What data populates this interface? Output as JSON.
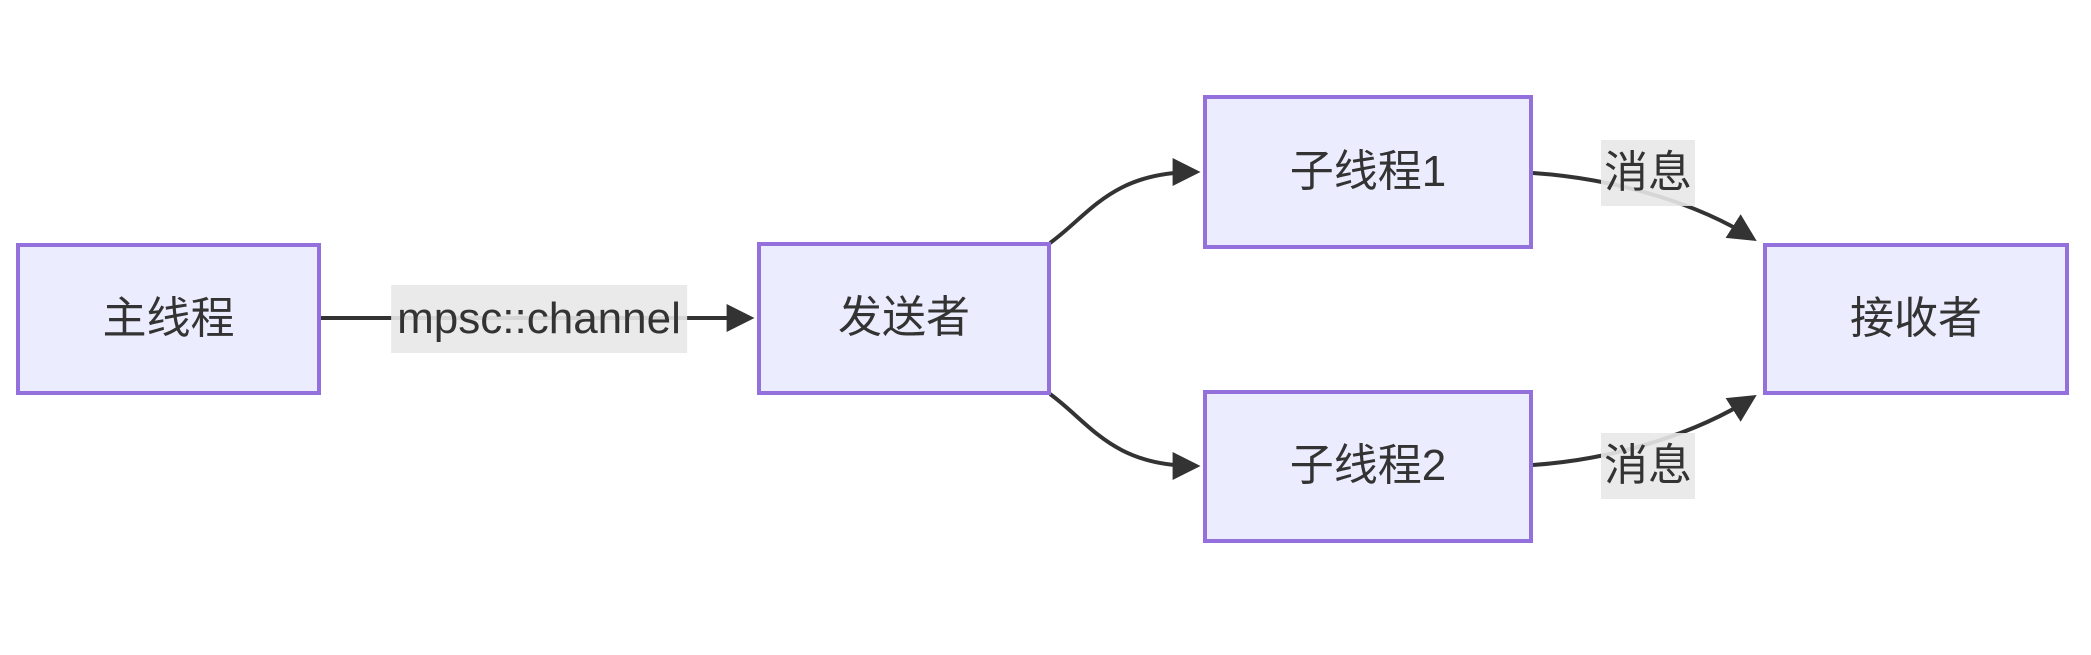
{
  "diagram": {
    "type": "flowchart-left-to-right",
    "nodes": {
      "main_thread": {
        "label": "主线程"
      },
      "sender": {
        "label": "发送者"
      },
      "thread1": {
        "label": "子线程1"
      },
      "thread2": {
        "label": "子线程2"
      },
      "receiver": {
        "label": "接收者"
      }
    },
    "edges": {
      "channel": {
        "from": "main_thread",
        "to": "sender",
        "label": "mpsc::channel"
      },
      "fan_out_1": {
        "from": "sender",
        "to": "thread1",
        "label": ""
      },
      "fan_out_2": {
        "from": "sender",
        "to": "thread2",
        "label": ""
      },
      "msg_top": {
        "from": "thread1",
        "to": "receiver",
        "label": "消息"
      },
      "msg_bottom": {
        "from": "thread2",
        "to": "receiver",
        "label": "消息"
      }
    },
    "colors": {
      "canvas_bg": "#ffffff",
      "node_fill": "#ECECFF",
      "node_border": "#9370DB",
      "edge_line": "#333333",
      "edge_label_bg": "rgba(232,232,232,0.9)",
      "text": "#333333"
    }
  }
}
